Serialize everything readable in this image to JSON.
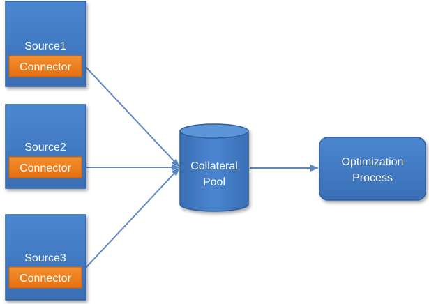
{
  "sources": [
    {
      "label": "Source1",
      "connector_label": "Connector"
    },
    {
      "label": "Source2",
      "connector_label": "Connector"
    },
    {
      "label": "Source3",
      "connector_label": "Connector"
    }
  ],
  "pool": {
    "label_line1": "Collateral",
    "label_line2": "Pool"
  },
  "process": {
    "label_line1": "Optimization",
    "label_line2": "Process"
  },
  "colors": {
    "box_fill": "#3f78c1",
    "box_border": "#2e5e9c",
    "connector_fill": "#ef7c1e",
    "connector_border": "#c9650f",
    "arrow": "#5c88c4",
    "text": "#ffffff"
  }
}
